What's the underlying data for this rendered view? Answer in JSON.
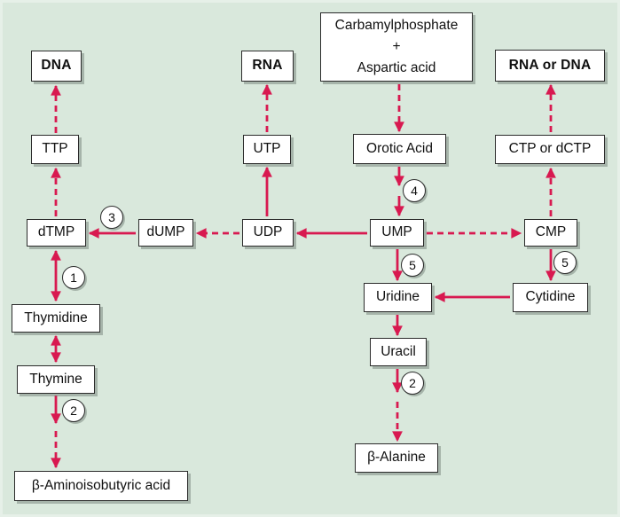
{
  "palette": {
    "background": "#d9e8dc",
    "arrow": "#d81950",
    "box_fill": "#ffffff",
    "box_border": "#2b2b2b",
    "shadow": "#68766c"
  },
  "nodes": {
    "dna": "DNA",
    "rna": "RNA",
    "carbamyl_line1": "Carbamylphosphate",
    "carbamyl_line2": "+",
    "carbamyl_line3": "Aspartic acid",
    "rna_or_dna": "RNA or DNA",
    "ttp": "TTP",
    "utp": "UTP",
    "orotic_acid": "Orotic Acid",
    "ctp_or_dctp": "CTP or dCTP",
    "dtmp": "dTMP",
    "dump": "dUMP",
    "udp": "UDP",
    "ump": "UMP",
    "cmp": "CMP",
    "uridine": "Uridine",
    "cytidine": "Cytidine",
    "thymidine": "Thymidine",
    "uracil": "Uracil",
    "thymine": "Thymine",
    "beta_alanine": "β-Alanine",
    "beta_aminoisobutyric_acid": "β-Aminoisobutyric acid"
  },
  "step_markers": {
    "step1": "1",
    "step2_left": "2",
    "step2_mid": "2",
    "step3": "3",
    "step4": "4",
    "step5_mid": "5",
    "step5_right": "5"
  },
  "edges": [
    {
      "from": "TTP",
      "to": "DNA",
      "style": "dashed",
      "direction": "up"
    },
    {
      "from": "dTMP",
      "to": "TTP",
      "style": "dashed",
      "direction": "up"
    },
    {
      "from": "dTMP",
      "to": "Thymidine",
      "style": "solid",
      "direction": "both",
      "step": "1"
    },
    {
      "from": "Thymidine",
      "to": "Thymine",
      "style": "solid",
      "direction": "both"
    },
    {
      "from": "Thymine",
      "to": "β-Aminoisobutyric acid",
      "style": "solid-then-dashed",
      "direction": "down",
      "step": "2"
    },
    {
      "from": "dUMP",
      "to": "dTMP",
      "style": "solid",
      "direction": "left",
      "step": "3"
    },
    {
      "from": "UDP",
      "to": "dUMP",
      "style": "dashed",
      "direction": "left"
    },
    {
      "from": "UMP",
      "to": "UDP",
      "style": "solid",
      "direction": "left"
    },
    {
      "from": "UDP",
      "to": "UTP",
      "style": "solid",
      "direction": "up"
    },
    {
      "from": "UTP",
      "to": "RNA",
      "style": "dashed",
      "direction": "up"
    },
    {
      "from": "Carbamylphosphate + Aspartic acid",
      "to": "Orotic Acid",
      "style": "dashed",
      "direction": "down"
    },
    {
      "from": "Orotic Acid",
      "to": "UMP",
      "style": "solid",
      "direction": "down",
      "step": "4"
    },
    {
      "from": "UMP",
      "to": "CMP",
      "style": "dashed",
      "direction": "right"
    },
    {
      "from": "CMP",
      "to": "CTP or dCTP",
      "style": "dashed",
      "direction": "up"
    },
    {
      "from": "CTP or dCTP",
      "to": "RNA or DNA",
      "style": "dashed",
      "direction": "up"
    },
    {
      "from": "UMP",
      "to": "Uridine",
      "style": "solid",
      "direction": "down",
      "step": "5"
    },
    {
      "from": "CMP",
      "to": "Cytidine",
      "style": "solid",
      "direction": "down",
      "step": "5"
    },
    {
      "from": "Cytidine",
      "to": "Uridine",
      "style": "solid",
      "direction": "left"
    },
    {
      "from": "Uridine",
      "to": "Uracil",
      "style": "solid",
      "direction": "down"
    },
    {
      "from": "Uracil",
      "to": "β-Alanine",
      "style": "solid-then-dashed",
      "direction": "down",
      "step": "2"
    }
  ]
}
